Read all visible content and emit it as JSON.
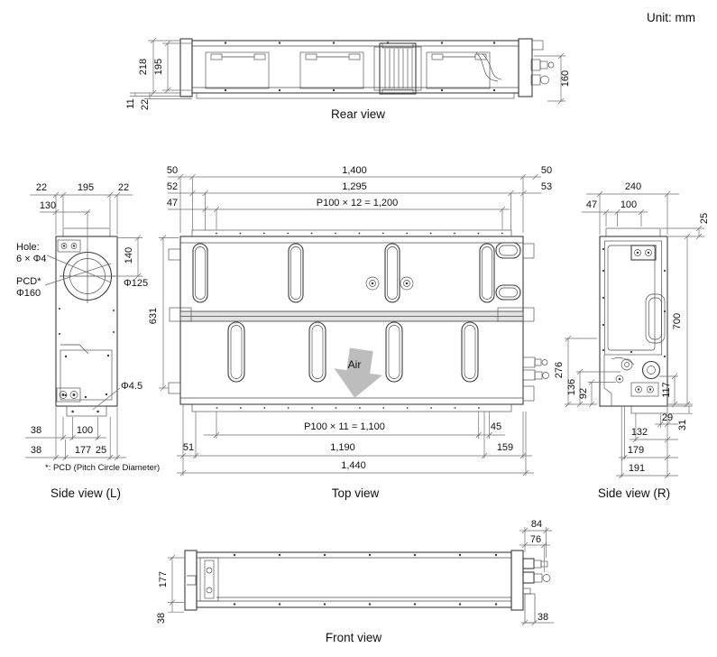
{
  "unit_note": "Unit: mm",
  "colors": {
    "line": "#3c3c3c",
    "dimension_line": "#6e6e6e",
    "text": "#111111",
    "air_arrow": "#bdbdbd",
    "background": "#ffffff"
  },
  "views": {
    "rear": {
      "label": "Rear view",
      "d218": "218",
      "d195": "195",
      "d11": "11",
      "d22": "22",
      "d160": "160"
    },
    "side_l": {
      "label": "Side view (L)",
      "d22a": "22",
      "d195": "195",
      "d22b": "22",
      "d130": "130",
      "d140": "140",
      "hole_note_1": "Hole:",
      "hole_note_2": "6 × Φ4",
      "pcd_note_1": "PCD*",
      "pcd_note_2": "Φ160",
      "phi125": "Φ125",
      "phi45": "Φ4.5",
      "d38a": "38",
      "d100": "100",
      "d38b": "38",
      "d177": "177",
      "d25": "25",
      "footnote": "*: PCD (Pitch Circle Diameter)"
    },
    "top": {
      "label": "Top view",
      "air": "Air",
      "d50a": "50",
      "d1400": "1,400",
      "d50b": "50",
      "d52": "52",
      "d1295": "1,295",
      "d53": "53",
      "d47": "47",
      "p100x12": "P100 × 12 = 1,200",
      "d631": "631",
      "p100x11": "P100 × 11 = 1,100",
      "d45": "45",
      "d51": "51",
      "d1190": "1,190",
      "d159": "159",
      "d1440": "1,440"
    },
    "side_r": {
      "label": "Side view (R)",
      "d240": "240",
      "d47": "47",
      "d100": "100",
      "d25": "25",
      "d700": "700",
      "d276": "276",
      "d136": "136",
      "d92": "92",
      "d117": "117",
      "d29": "29",
      "d31": "31",
      "d132": "132",
      "d179": "179",
      "d191": "191"
    },
    "front": {
      "label": "Front view",
      "d84": "84",
      "d76": "76",
      "d177": "177",
      "d38a": "38",
      "d38b": "38"
    }
  }
}
